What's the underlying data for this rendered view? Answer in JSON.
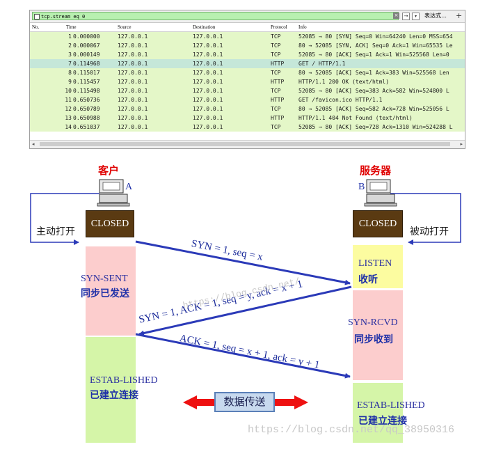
{
  "filter": {
    "value": "tcp.stream eq 0",
    "expression_label": "表达式…",
    "add_label": "+",
    "clear_icon": "×",
    "apply_icon": "→",
    "dropdown_icon": "▾"
  },
  "packet_list": {
    "columns": [
      "No.",
      "Time",
      "Source",
      "Destination",
      "Protocol",
      "Info"
    ],
    "rows": [
      {
        "no": "1",
        "time": "0.000000",
        "src": "127.0.0.1",
        "dst": "127.0.0.1",
        "proto": "TCP",
        "info": "52085 → 80 [SYN] Seq=0 Win=64240 Len=0 MSS=654",
        "type": "tcp"
      },
      {
        "no": "2",
        "time": "0.000067",
        "src": "127.0.0.1",
        "dst": "127.0.0.1",
        "proto": "TCP",
        "info": "80 → 52085 [SYN, ACK] Seq=0 Ack=1 Win=65535 Le",
        "type": "tcp"
      },
      {
        "no": "3",
        "time": "0.000149",
        "src": "127.0.0.1",
        "dst": "127.0.0.1",
        "proto": "TCP",
        "info": "52085 → 80 [ACK] Seq=1 Ack=1 Win=525568 Len=0",
        "type": "tcp"
      },
      {
        "no": "7",
        "time": "0.114968",
        "src": "127.0.0.1",
        "dst": "127.0.0.1",
        "proto": "HTTP",
        "info": "GET / HTTP/1.1",
        "type": "sel"
      },
      {
        "no": "8",
        "time": "0.115017",
        "src": "127.0.0.1",
        "dst": "127.0.0.1",
        "proto": "TCP",
        "info": "80 → 52085 [ACK] Seq=1 Ack=383 Win=525568 Len",
        "type": "tcp"
      },
      {
        "no": "9",
        "time": "0.115457",
        "src": "127.0.0.1",
        "dst": "127.0.0.1",
        "proto": "HTTP",
        "info": "HTTP/1.1 200 OK  (text/html)",
        "type": "http"
      },
      {
        "no": "10",
        "time": "0.115498",
        "src": "127.0.0.1",
        "dst": "127.0.0.1",
        "proto": "TCP",
        "info": "52085 → 80 [ACK] Seq=383 Ack=582 Win=524800 L",
        "type": "tcp"
      },
      {
        "no": "11",
        "time": "0.650736",
        "src": "127.0.0.1",
        "dst": "127.0.0.1",
        "proto": "HTTP",
        "info": "GET /favicon.ico HTTP/1.1",
        "type": "http"
      },
      {
        "no": "12",
        "time": "0.650789",
        "src": "127.0.0.1",
        "dst": "127.0.0.1",
        "proto": "TCP",
        "info": "80 → 52085 [ACK] Seq=582 Ack=728 Win=525056 L",
        "type": "tcp"
      },
      {
        "no": "13",
        "time": "0.650988",
        "src": "127.0.0.1",
        "dst": "127.0.0.1",
        "proto": "HTTP",
        "info": "HTTP/1.1 404 Not Found  (text/html)",
        "type": "http"
      },
      {
        "no": "14",
        "time": "0.651037",
        "src": "127.0.0.1",
        "dst": "127.0.0.1",
        "proto": "TCP",
        "info": "52085 → 80 [ACK] Seq=728 Ack=1310 Win=524288 L",
        "type": "tcp"
      }
    ]
  },
  "diagram": {
    "client_title": "客户",
    "server_title": "服务器",
    "client_letter": "A",
    "server_letter": "B",
    "closed_label": "CLOSED",
    "active_open": "主动打开",
    "passive_open": "被动打开",
    "client_states": [
      {
        "en": "SYN-SENT",
        "cn": "同步已发送"
      },
      {
        "en": "ESTAB-LISHED",
        "cn": "已建立连接"
      }
    ],
    "server_states": [
      {
        "en": "LISTEN",
        "cn": "收听"
      },
      {
        "en": "SYN-RCVD",
        "cn": "同步收到"
      },
      {
        "en": "ESTAB-LISHED",
        "cn": "已建立连接"
      }
    ],
    "msg1": "SYN = 1, seq = x",
    "msg2": "SYN = 1, ACK = 1, seq = y, ack = x + 1",
    "msg3": "ACK = 1, seq = x + 1, ack = y + 1",
    "transfer_label": "数据传送",
    "watermark1": "https://blog.csdn.net/",
    "watermark2": "https://blog.csdn.net/qq_38950316",
    "colors": {
      "closed": "#5a3a12",
      "syn_sent": "#fccdcd",
      "established": "#d5f5a8",
      "listen": "#fcfca0",
      "arrow": "#2b3ab8",
      "transfer_arrow": "#ee1111"
    }
  }
}
